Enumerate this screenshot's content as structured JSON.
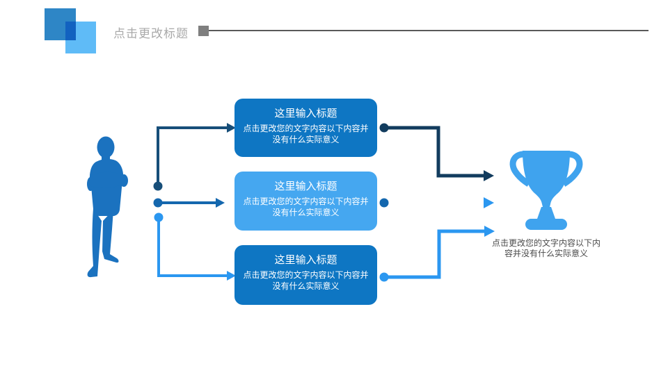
{
  "slide": {
    "title": "点击更改标题"
  },
  "boxes": [
    {
      "title": "这里输入标题",
      "body": "点击更改您的文字内容以下内容并没有什么实际意义",
      "variant": "dark"
    },
    {
      "title": "这里输入标题",
      "body": "点击更改您的文字内容以下内容并没有什么实际意义",
      "variant": "light"
    },
    {
      "title": "这里输入标题",
      "body": "点击更改您的文字内容以下内容并没有什么实际意义",
      "variant": "dark"
    }
  ],
  "trophy": {
    "caption": "点击更改您的文字内容以下内容并没有什么实际意义"
  },
  "icons": {
    "person": "businessman-silhouette-icon",
    "trophy": "trophy-icon"
  },
  "colors": {
    "box_dark": "#0E76C3",
    "box_light": "#45A7F0",
    "trophy": "#3FA3EE",
    "person": "#1B72BF",
    "connector_navy_left": "#174E79",
    "connector_navy_right": "#123C5E",
    "connector_mid": "#1467AE",
    "connector_light": "#2B97F0",
    "logo_dark": "#2E86C6",
    "logo_light": "#5FBBF7",
    "title_gray": "#A9A9A9",
    "rule_gray": "#595959",
    "marker_gray": "#7F7F7F",
    "caption_gray": "#4A4A4A",
    "box_text": "#FFFFFF"
  }
}
